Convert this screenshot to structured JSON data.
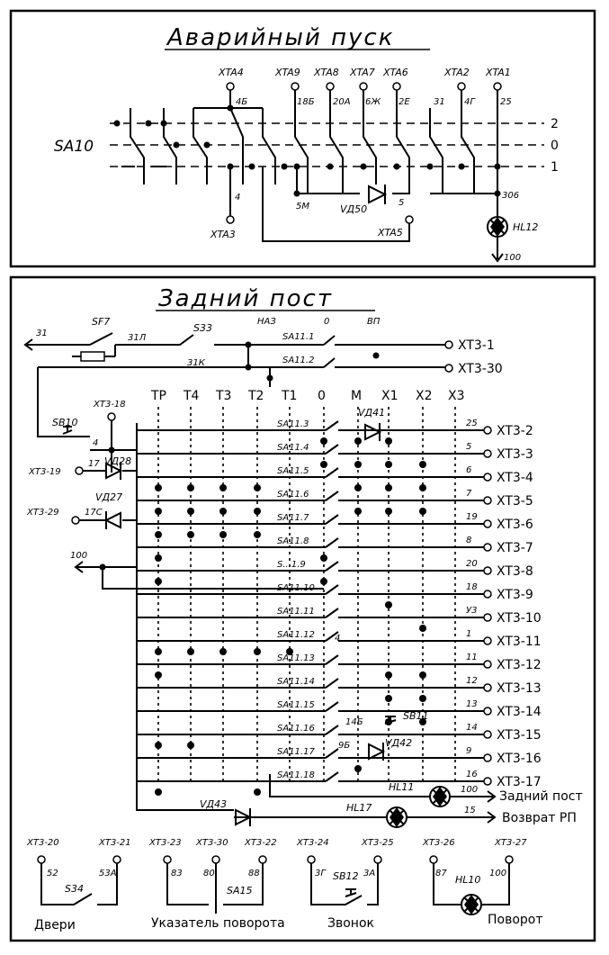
{
  "top": {
    "title": "Аварийный пуск",
    "switch_label": "SA10",
    "positions": [
      "2",
      "0",
      "1"
    ],
    "top_terminals": [
      "XTA4",
      "XTA9",
      "XTA8",
      "XTA7",
      "XTA6",
      "XTA2",
      "XTA1"
    ],
    "wire_labels": [
      "4Б",
      "18Б",
      "20А",
      "6Ж",
      "2Е",
      "31",
      "4Г",
      "25"
    ],
    "bottom_terminals": [
      "XTA3",
      "XTA5"
    ],
    "wire_4": "4",
    "wire_5m": "5М",
    "wire_5": "5",
    "wire_306": "306",
    "diode": "VД50",
    "lamp": "HL12",
    "out_100": "100"
  },
  "bottom": {
    "title": "Задний пост",
    "sf7": "SF7",
    "s33": "S33",
    "in_31": "31",
    "w_31l": "31Л",
    "w_31k": "31К",
    "nz": "НАЗ",
    "zero": "0",
    "vp": "ВП",
    "sa_top": [
      "SA11.1",
      "SA11.2"
    ],
    "xt_top": [
      "XT3-1",
      "XT3-30"
    ],
    "columns": [
      "ТР",
      "Т4",
      "Т3",
      "Т2",
      "Т1",
      "0",
      "М",
      "X1",
      "X2",
      "X3"
    ],
    "rows": [
      {
        "sa": "SA11.3",
        "wire": "25",
        "xt": "XT3-2"
      },
      {
        "sa": "SA11.4",
        "wire": "5",
        "xt": "XT3-3"
      },
      {
        "sa": "SA11.5",
        "wire": "6",
        "xt": "XT3-4"
      },
      {
        "sa": "SA11.6",
        "wire": "7",
        "xt": "XT3-5"
      },
      {
        "sa": "SA11.7",
        "wire": "19",
        "xt": "XT3-6"
      },
      {
        "sa": "SA11.8",
        "wire": "8",
        "xt": "XT3-7"
      },
      {
        "sa": "S...1.9",
        "wire": "20",
        "xt": "XT3-8"
      },
      {
        "sa": "SA11.10",
        "wire": "18",
        "xt": "XT3-9"
      },
      {
        "sa": "SA11.11",
        "wire": "У3",
        "xt": "XT3-10"
      },
      {
        "sa": "SA11.12",
        "wire": "1",
        "xt": "XT3-11"
      },
      {
        "sa": "SA11.13",
        "wire": "11",
        "xt": "XT3-12"
      },
      {
        "sa": "SA11.14",
        "wire": "12",
        "xt": "XT3-13"
      },
      {
        "sa": "SA11.15",
        "wire": "13",
        "xt": "XT3-14"
      },
      {
        "sa": "SA11.16",
        "wire": "14",
        "xt": "XT3-15"
      },
      {
        "sa": "SA11.17",
        "wire": "9",
        "xt": "XT3-16"
      },
      {
        "sa": "SA11.18",
        "wire": "16",
        "xt": "XT3-17"
      }
    ],
    "xt318": "XT3-18",
    "sb10": "SB10",
    "w4": "4",
    "xt319": "XT3-19",
    "w17": "17",
    "vd28": "VД28",
    "vd27": "VД27",
    "xt329": "XT3-29",
    "w17c": "17С",
    "out100": "100",
    "vd41": "VД41",
    "w14b": "14Б",
    "sb11": "SB11",
    "w9b": "9Б",
    "vd42": "VД42",
    "hl11": "HL11",
    "w100": "100",
    "rear_post": "Задний пост",
    "vd43": "VД43",
    "hl17": "HL17",
    "w15": "15",
    "return_rp": "Возврат РП",
    "bottom_terms": [
      "XT3-20",
      "XT3-21",
      "XT3-23",
      "XT3-30",
      "XT3-22",
      "XT3-24",
      "XT3-25",
      "XT3-26",
      "XT3-27"
    ],
    "bw": [
      "52",
      "53А",
      "83",
      "80",
      "88",
      "3Г",
      "3А",
      "87",
      "100"
    ],
    "s34": "S34",
    "sa15": "SA15",
    "sb12": "SB12",
    "hl10": "HL10",
    "doors": "Двери",
    "turn_ind": "Указатель поворота",
    "bell": "Звонок",
    "turn": "Поворот",
    "w4v": "4"
  }
}
